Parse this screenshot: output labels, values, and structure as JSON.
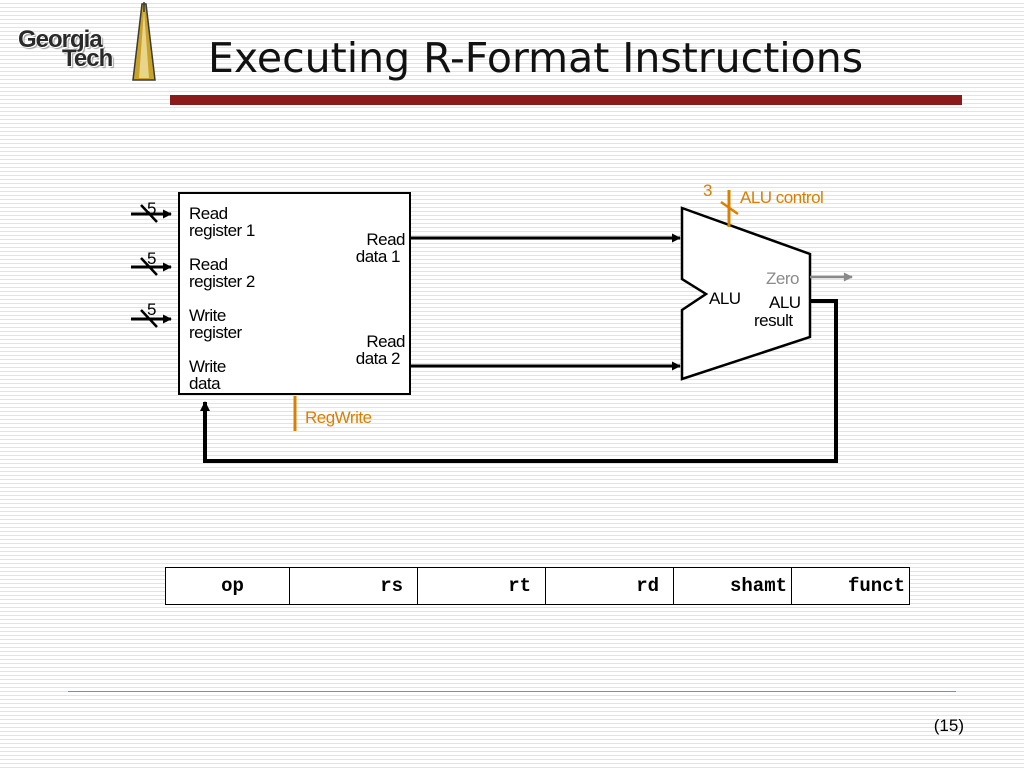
{
  "slide": {
    "title": "Executing R-Format Instructions",
    "page_number": "(15)"
  },
  "logo": {
    "line1": "Georgia",
    "line2": "Tech"
  },
  "colors": {
    "title_rule": "#8b1b1b",
    "control": "#d98000",
    "zero": "#8a8a8a",
    "wire": "#000000"
  },
  "register_file": {
    "inputs": [
      {
        "line1": "Read",
        "line2": "register 1",
        "width": "5"
      },
      {
        "line1": "Read",
        "line2": "register 2",
        "width": "5"
      },
      {
        "line1": "Write",
        "line2": "register",
        "width": "5"
      },
      {
        "line1": "Write",
        "line2": "data"
      }
    ],
    "outputs": [
      {
        "line1": "Read",
        "line2": "data 1"
      },
      {
        "line1": "Read",
        "line2": "data 2"
      }
    ],
    "control": "RegWrite"
  },
  "alu": {
    "label": "ALU",
    "control": "ALU control",
    "control_width": "3",
    "zero": "Zero",
    "result_line1": "ALU",
    "result_line2": "result"
  },
  "instruction_format": {
    "fields": [
      "op",
      "rs",
      "rt",
      "rd",
      "shamt",
      "funct"
    ]
  }
}
